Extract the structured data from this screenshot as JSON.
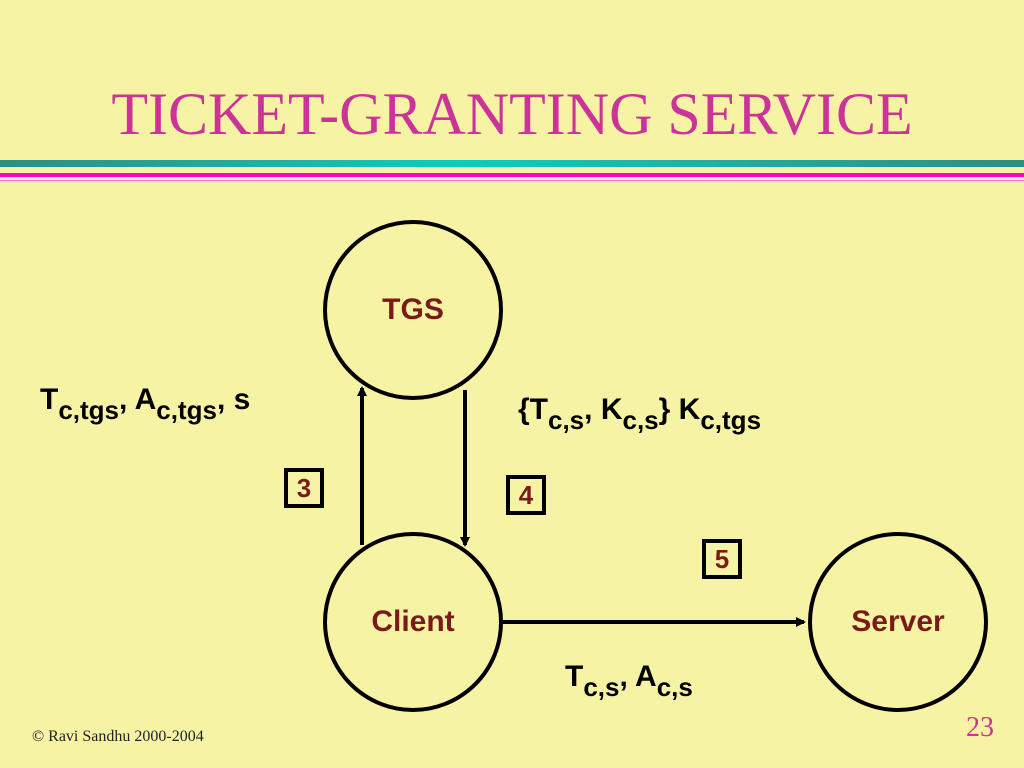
{
  "slide": {
    "title": "TICKET-GRANTING SERVICE",
    "footer": "© Ravi Sandhu 2000-2004",
    "page_number": "23"
  },
  "nodes": {
    "tgs": "TGS",
    "client": "Client",
    "server": "Server"
  },
  "steps": {
    "s3": "3",
    "s4": "4",
    "s5": "5"
  },
  "messages": {
    "m3": {
      "t": "T",
      "t_sub": "c,tgs",
      "sep1": ", ",
      "a": "A",
      "a_sub": "c,tgs",
      "tail": ", s"
    },
    "m4": {
      "open": "{T",
      "t_sub": "c,s",
      "sep": ", K",
      "k_sub": "c,s",
      "close": "} K",
      "k2_sub": "c,tgs"
    },
    "m5": {
      "t": "T",
      "t_sub": "c,s",
      "sep": ", A",
      "a_sub": "c,s"
    }
  },
  "colors": {
    "background": "#f7f3a4",
    "title": "#cc3399",
    "node_label": "#7a1a1a"
  }
}
